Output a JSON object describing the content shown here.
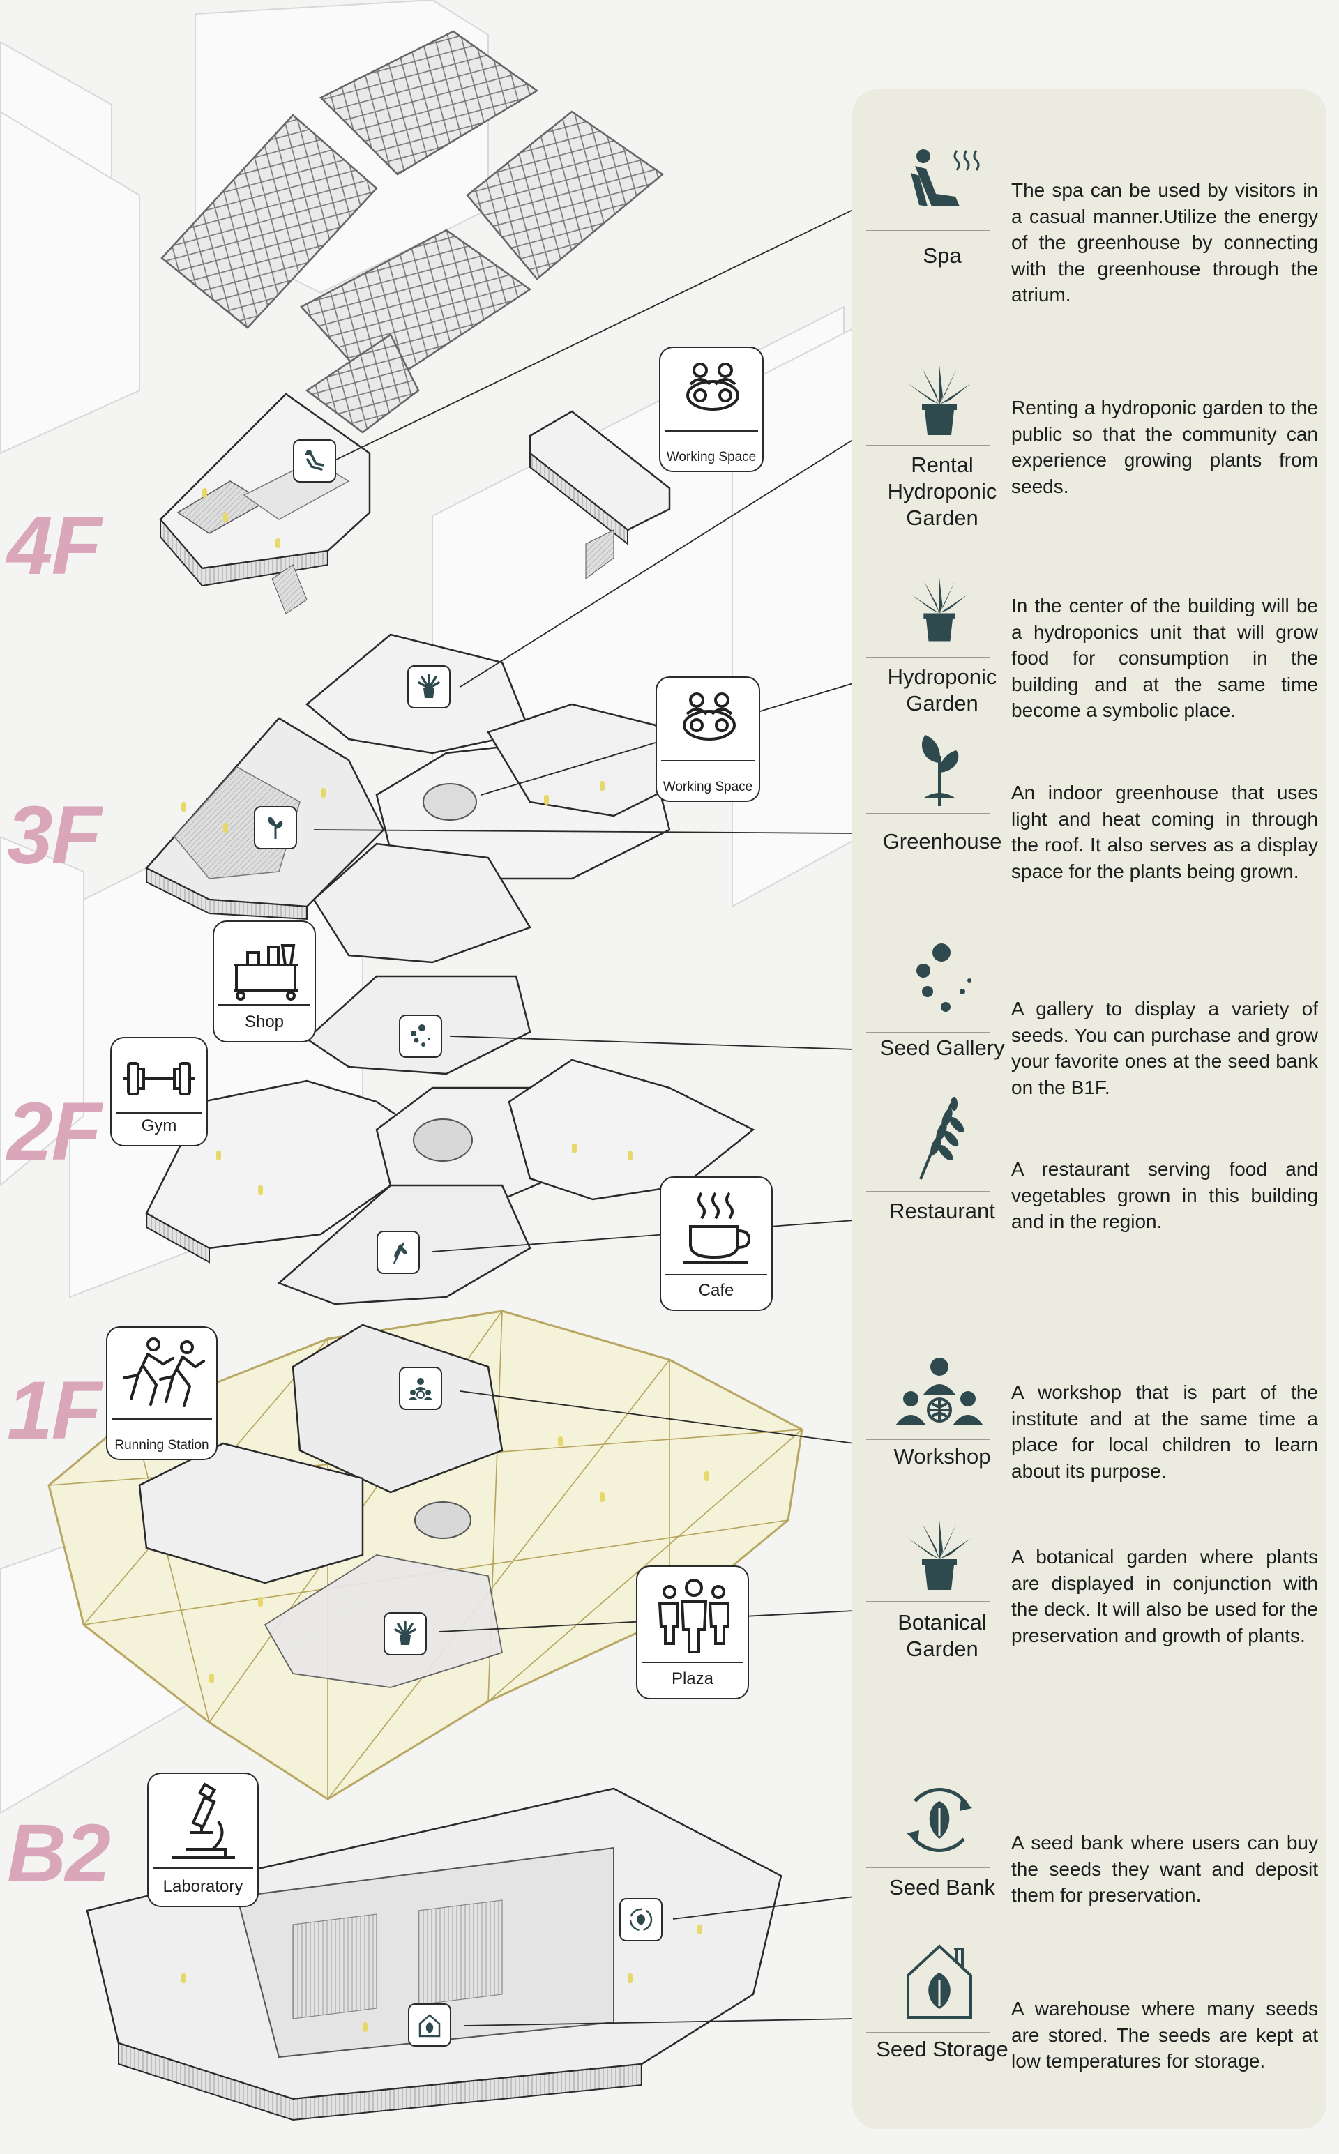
{
  "floors": [
    "4F",
    "3F",
    "2F",
    "1F",
    "B2"
  ],
  "colors": {
    "floor_label": "#d9a7b9",
    "panel_bg": "#ecebdf",
    "icon_dark": "#2f4a4f",
    "people_yellow": "#e6d96a",
    "greenhouse_fill": "#f4f2d8",
    "greenhouse_stroke": "#b6a45c"
  },
  "programs": [
    {
      "name": "Spa",
      "icon": "spa-icon",
      "desc": "The spa can be used by visitors in a casual manner.Utilize the energy of the greenhouse by connecting with the greenhouse through the atrium."
    },
    {
      "name": "Rental Hydroponic Garden",
      "icon": "potted-plant-icon",
      "desc": "Renting a hydroponic garden to the public so that the community can experience growing plants from seeds."
    },
    {
      "name": "Hydroponic Garden",
      "icon": "potted-plant-icon",
      "desc": "In the center of the building will be a hydroponics unit that will grow food for consumption in the building and at the same time become a symbolic place."
    },
    {
      "name": "Greenhouse",
      "icon": "sprout-icon",
      "desc": "An indoor greenhouse that uses light and heat coming in through the roof. It also serves as a display space for the plants being grown."
    },
    {
      "name": "Seed Gallery",
      "icon": "seeds-icon",
      "desc": "A gallery to display a variety of seeds. You can purchase and grow your favorite ones at the seed bank on the B1F."
    },
    {
      "name": "Restaurant",
      "icon": "wheat-icon",
      "desc": "A restaurant serving food and vegetables grown in this building and in the region."
    },
    {
      "name": "Workshop",
      "icon": "workshop-icon",
      "desc": "A workshop that is part of the institute and at the same time a place for local children to learn about its purpose."
    },
    {
      "name": "Botanical Garden",
      "icon": "potted-plant-icon",
      "desc": "A botanical garden where plants are displayed in conjunction with the deck. It will also be used for the preservation and growth of plants."
    },
    {
      "name": "Seed Bank",
      "icon": "seed-bank-icon",
      "desc": "A seed bank where users can buy the seeds they want and deposit them for preservation."
    },
    {
      "name": "Seed Storage",
      "icon": "seed-storage-icon",
      "desc": "A warehouse where many seeds are stored. The seeds are kept at low temperatures for storage."
    }
  ],
  "callouts": {
    "working_space_4f": "Working Space",
    "working_space_3f": "Working Space",
    "shop": "Shop",
    "gym": "Gym",
    "cafe": "Cafe",
    "running_station": "Running Station",
    "plaza": "Plaza",
    "laboratory": "Laboratory"
  }
}
